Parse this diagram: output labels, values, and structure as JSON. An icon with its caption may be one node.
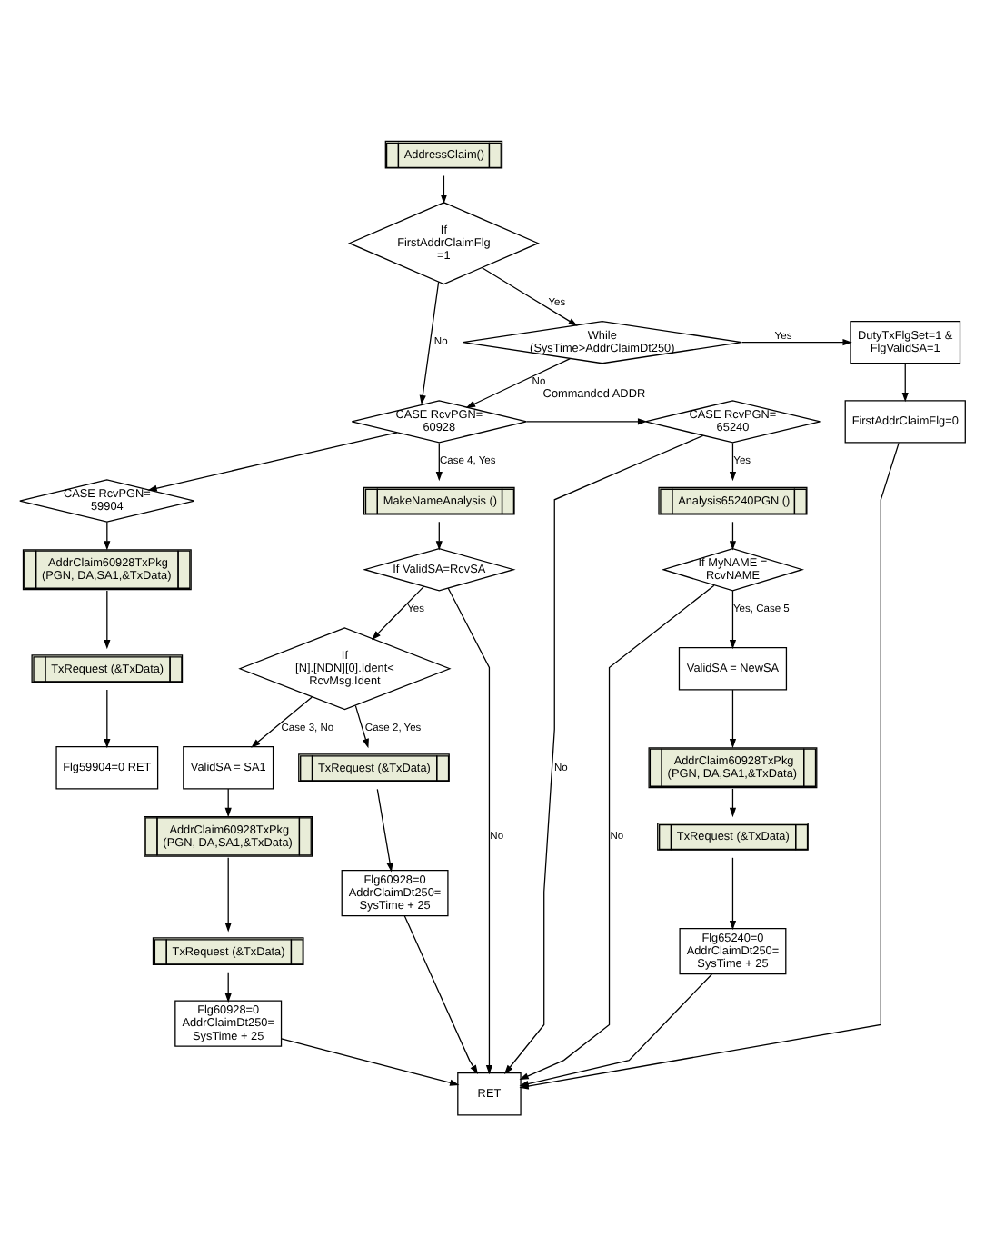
{
  "diagram": {
    "nodes": [
      {
        "text": [
          "AddressClaim()"
        ]
      },
      {
        "text": [
          "If FirstAddrClaimFlg =1"
        ]
      },
      {
        "text": [
          "While (SysTime>AddrClaimDt250)"
        ]
      },
      {
        "text": [
          "DutyTxFlgSet=1 & FlgValidSA=1"
        ]
      },
      {
        "text": [
          "FirstAddrClaimFlg=0"
        ]
      },
      {
        "text": [
          "CASE RcvPGN= 59904"
        ]
      },
      {
        "text": [
          "CASE RcvPGN= 60928"
        ]
      },
      {
        "text": [
          "CASE RcvPGN= 65240"
        ],
        "beside": [
          "Commanded ADDR"
        ]
      },
      {
        "text": [
          "AddrClaim60928TxPkg (PGN, DA,SA1,&TxData)"
        ]
      },
      {
        "text": [
          "TxRequest (&TxData)"
        ]
      },
      {
        "text": [
          "Flg59904=0 RET"
        ]
      },
      {
        "text": [
          "MakeNameAnalysis ()"
        ]
      },
      {
        "text": [
          "If ValidSA=RcvSA"
        ]
      },
      {
        "text": [
          "If [N].[NDN][0].Ident< RcvMsg.Ident"
        ]
      },
      {
        "text": [
          "ValidSA = SA1"
        ]
      },
      {
        "text": [
          "AddrClaim60928TxPkg (PGN, DA,SA1,&TxData)"
        ]
      },
      {
        "text": [
          "TxRequest (&TxData)"
        ]
      },
      {
        "text": [
          "Flg60928=0 AddrClaimDt250= SysTime + 25"
        ]
      },
      {
        "text": [
          "TxRequest (&TxData)"
        ]
      },
      {
        "text": [
          "Flg60928=0 AddrClaimDt250= SysTime + 25"
        ]
      },
      {
        "text": [
          "Analysis65240PGN ()"
        ]
      },
      {
        "text": [
          "If MyNAME = RcvNAME"
        ]
      },
      {
        "text": [
          "ValidSA = NewSA"
        ]
      },
      {
        "text": [
          "AddrClaim60928TxPkg (PGN, DA,SA1,&TxData)"
        ]
      },
      {
        "text": [
          "TxRequest (&TxData)"
        ]
      },
      {
        "text": [
          "Flg65240=0 AddrClaimDt250= SysTime + 25"
        ]
      },
      {
        "text": [
          "RET"
        ]
      }
    ],
    "edges": [
      {
        "from": 0,
        "to": 1,
        "arrow": "to"
      },
      {
        "from": 1,
        "to": 2,
        "arrow": "to",
        "label": "Yes"
      },
      {
        "from": 1,
        "to": 6,
        "arrow": "to",
        "label": "No"
      },
      {
        "from": 2,
        "to": 3,
        "arrow": "to",
        "label": "Yes"
      },
      {
        "from": 2,
        "to": 6,
        "arrow": "to",
        "label": "No"
      },
      {
        "from": 3,
        "to": 4,
        "arrow": "to"
      },
      {
        "from": 6,
        "to": 5,
        "arrow": "to"
      },
      {
        "from": 6,
        "to": 7,
        "arrow": "to"
      },
      {
        "from": 6,
        "to": 11,
        "arrow": "to",
        "label": "Case 4, Yes"
      },
      {
        "from": 5,
        "to": 8,
        "arrow": "to"
      },
      {
        "from": 8,
        "to": 9,
        "arrow": "to"
      },
      {
        "from": 9,
        "to": 10,
        "arrow": "to"
      },
      {
        "from": 7,
        "to": 20,
        "arrow": "to",
        "label": "Yes"
      },
      {
        "from": 7,
        "to": 26,
        "arrow": "to",
        "label": "No"
      },
      {
        "from": 11,
        "to": 12,
        "arrow": "to"
      },
      {
        "from": 12,
        "to": 13,
        "arrow": "to",
        "label": "Yes"
      },
      {
        "from": 12,
        "to": 26,
        "arrow": "to",
        "label": "No"
      },
      {
        "from": 13,
        "to": 14,
        "arrow": "to",
        "label": "Case 3, No"
      },
      {
        "from": 13,
        "to": 18,
        "arrow": "to",
        "label": "Case 2, Yes"
      },
      {
        "from": 14,
        "to": 15,
        "arrow": "to"
      },
      {
        "from": 15,
        "to": 16,
        "arrow": "to"
      },
      {
        "from": 16,
        "to": 17,
        "arrow": "to"
      },
      {
        "from": 18,
        "to": 19,
        "arrow": "to"
      },
      {
        "from": 20,
        "to": 21,
        "arrow": "to"
      },
      {
        "from": 21,
        "to": 22,
        "arrow": "to",
        "label": "Yes, Case 5"
      },
      {
        "from": 21,
        "to": 26,
        "arrow": "to",
        "label": "No"
      },
      {
        "from": 22,
        "to": 23,
        "arrow": "to"
      },
      {
        "from": 23,
        "to": 24,
        "arrow": "to"
      },
      {
        "from": 24,
        "to": 25,
        "arrow": "to"
      },
      {
        "from": 4,
        "to": 26,
        "arrow": "to"
      },
      {
        "from": 17,
        "to": 26,
        "arrow": "to"
      },
      {
        "from": 19,
        "to": 26,
        "arrow": "to"
      },
      {
        "from": 25,
        "to": 26,
        "arrow": "to"
      }
    ]
  }
}
